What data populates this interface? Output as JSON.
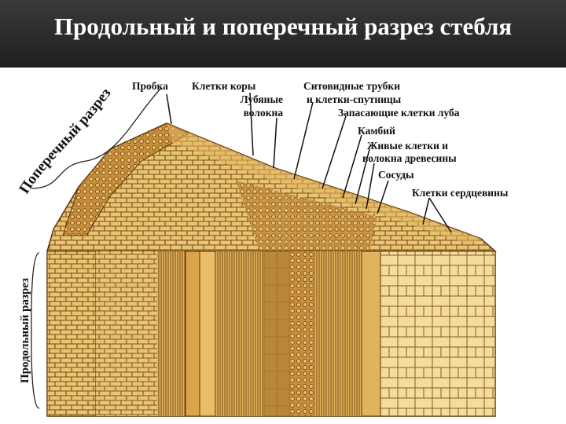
{
  "title": "Продольный и поперечный разрез стебля",
  "cross_section_label": "Поперечный разрез",
  "longitudinal_section_label": "Продольный разрез",
  "labels": {
    "cork": "Пробка",
    "cortex_cells": "Клетки коры",
    "bast_fibers_1": "Лубяные",
    "bast_fibers_2": "волокна",
    "sieve_tubes_1": "Ситовидные трубки",
    "sieve_tubes_2": "и клетки-спутницы",
    "storage_bast": "Запасающие клетки луба",
    "cambium": "Камбий",
    "living_wood_1": "Живые клетки  и",
    "living_wood_2": "волокна древесины",
    "vessels": "Сосуды",
    "pith_cells": "Клетки сердцевины"
  },
  "colors": {
    "title_bg": "#262626",
    "tissue_light": "#f0d48a",
    "tissue_mid": "#d9a94c",
    "tissue_dark": "#8a5a1e",
    "cell_wall": "#6b3f10"
  }
}
